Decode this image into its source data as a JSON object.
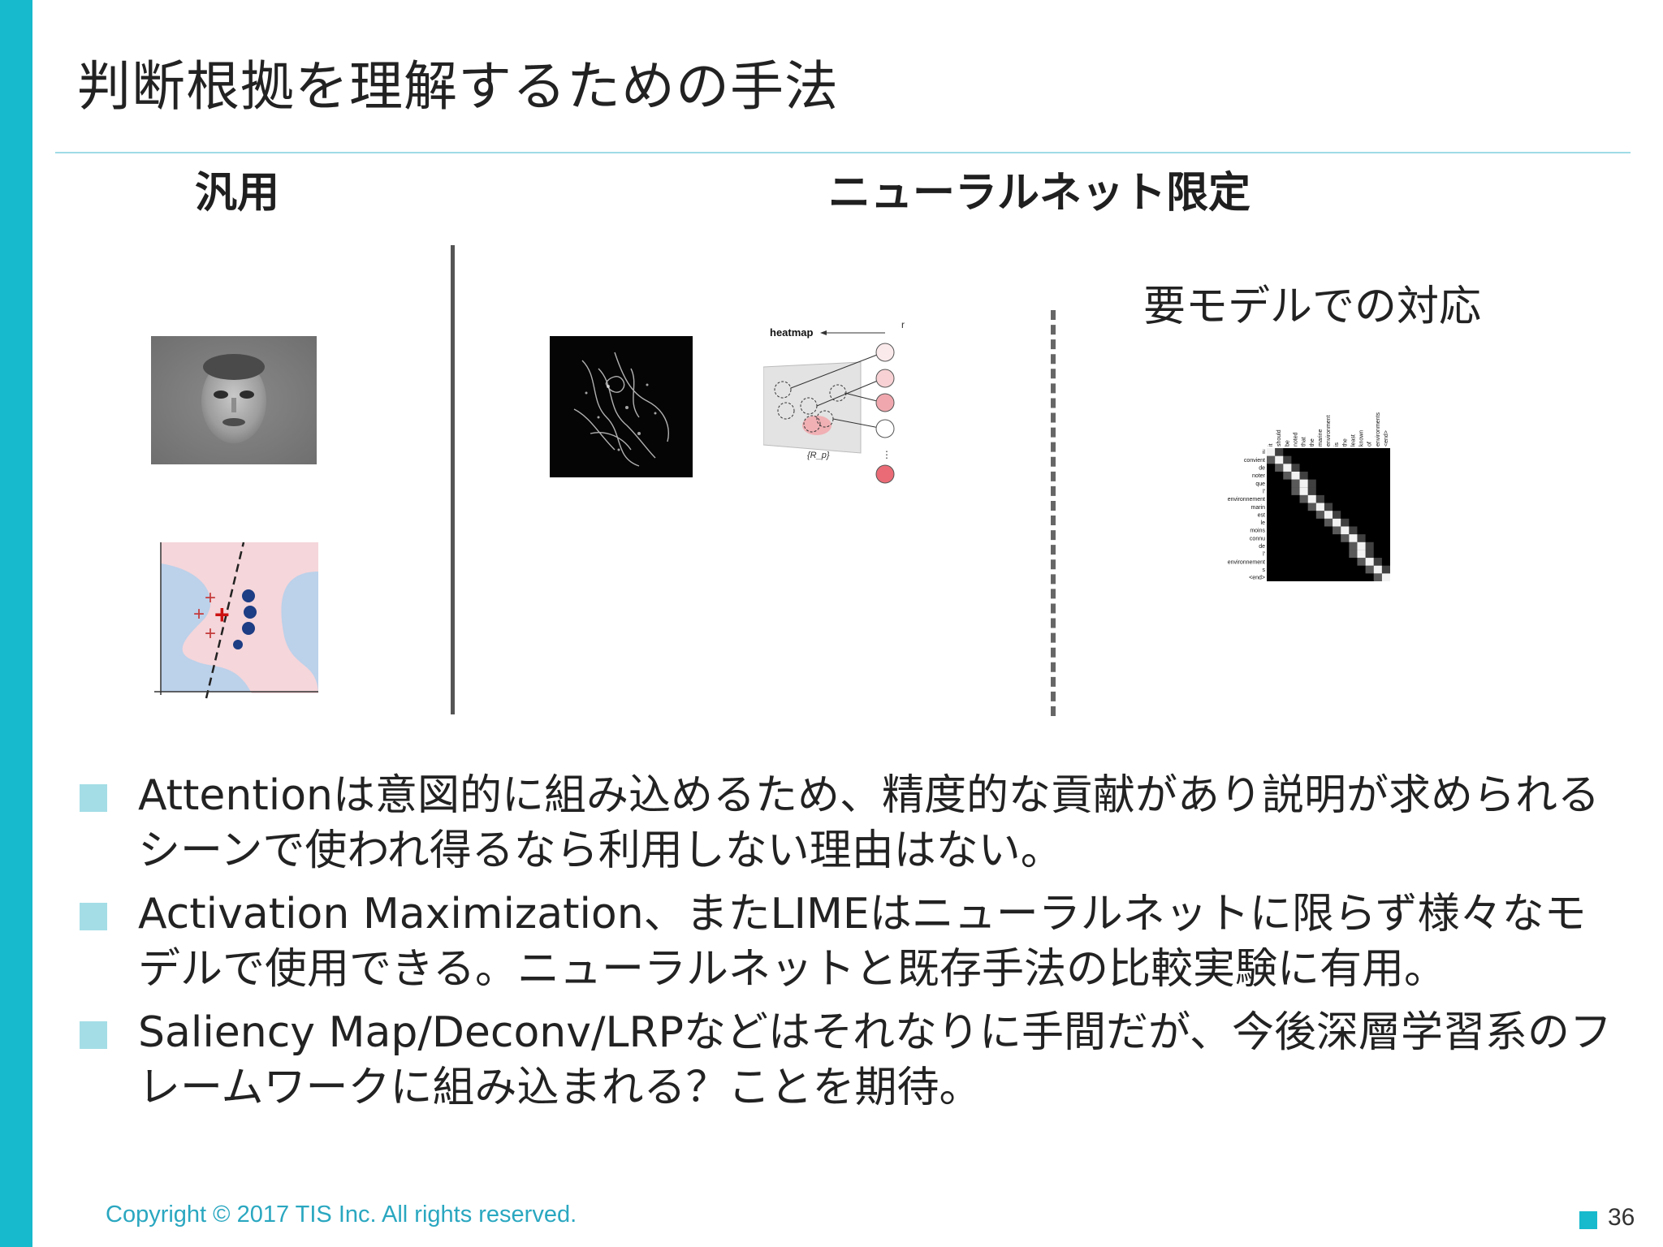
{
  "slide": {
    "title": "判断根拠を理解するための手法",
    "left_heading": "汎用",
    "right_heading": "ニューラルネット限定",
    "model_note": "要モデルでの対応"
  },
  "figures": {
    "lrp_heatmap_label": "heatmap",
    "lrp_set_label": "{R_p}",
    "attention_source_words": [
      "it",
      "should",
      "be",
      "noted",
      "that",
      "the",
      "marine",
      "environment",
      "is",
      "the",
      "least",
      "known",
      "of",
      "environments",
      "<end>"
    ],
    "attention_target_words": [
      "il",
      "convient",
      "de",
      "noter",
      "que",
      "l'",
      "environnement",
      "marin",
      "est",
      "le",
      "moins",
      "connu",
      "de",
      "l'",
      "environnement",
      "s",
      "<end>"
    ]
  },
  "bullets": [
    "Attentionは意図的に組み込めるため、精度的な貢献があり説明が求められるシーンで使われ得るなら利用しない理由はない。",
    "Activation Maximization、またLIMEはニューラルネットに限らず様々なモデルで使用できる。ニューラルネットと既存手法の比較実験に有用。",
    "Saliency Map/Deconv/LRPなどはそれなりに手間だが、今後深層学習系のフレームワークに組み込まれる？ことを期待。"
  ],
  "footer": {
    "copyright": "Copyright © 2017 TIS Inc. All rights reserved.",
    "page_number": "36"
  },
  "colors": {
    "accent": "#17b9cc",
    "rule": "#9fdbe6",
    "bullet_marker": "#a4dde6",
    "footer_text": "#2aa7c0"
  }
}
